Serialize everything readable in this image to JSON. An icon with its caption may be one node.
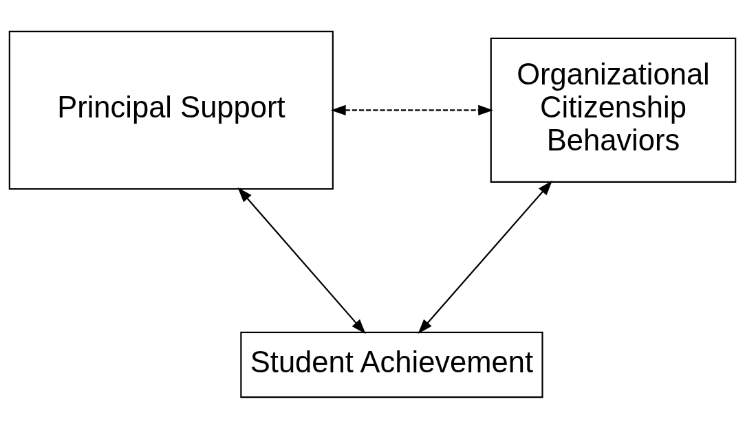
{
  "diagram": {
    "nodes": [
      {
        "text": [
          "Principal Support"
        ]
      },
      {
        "text": [
          "Organizational Citizenship Behaviors"
        ]
      },
      {
        "text": [
          "Student Achievement"
        ]
      }
    ],
    "edges": [
      {
        "from": 0,
        "to": 1,
        "arrow": "both",
        "style": "dashed"
      },
      {
        "from": 0,
        "to": 2,
        "arrow": "both"
      },
      {
        "from": 1,
        "to": 2,
        "arrow": "both"
      }
    ]
  }
}
